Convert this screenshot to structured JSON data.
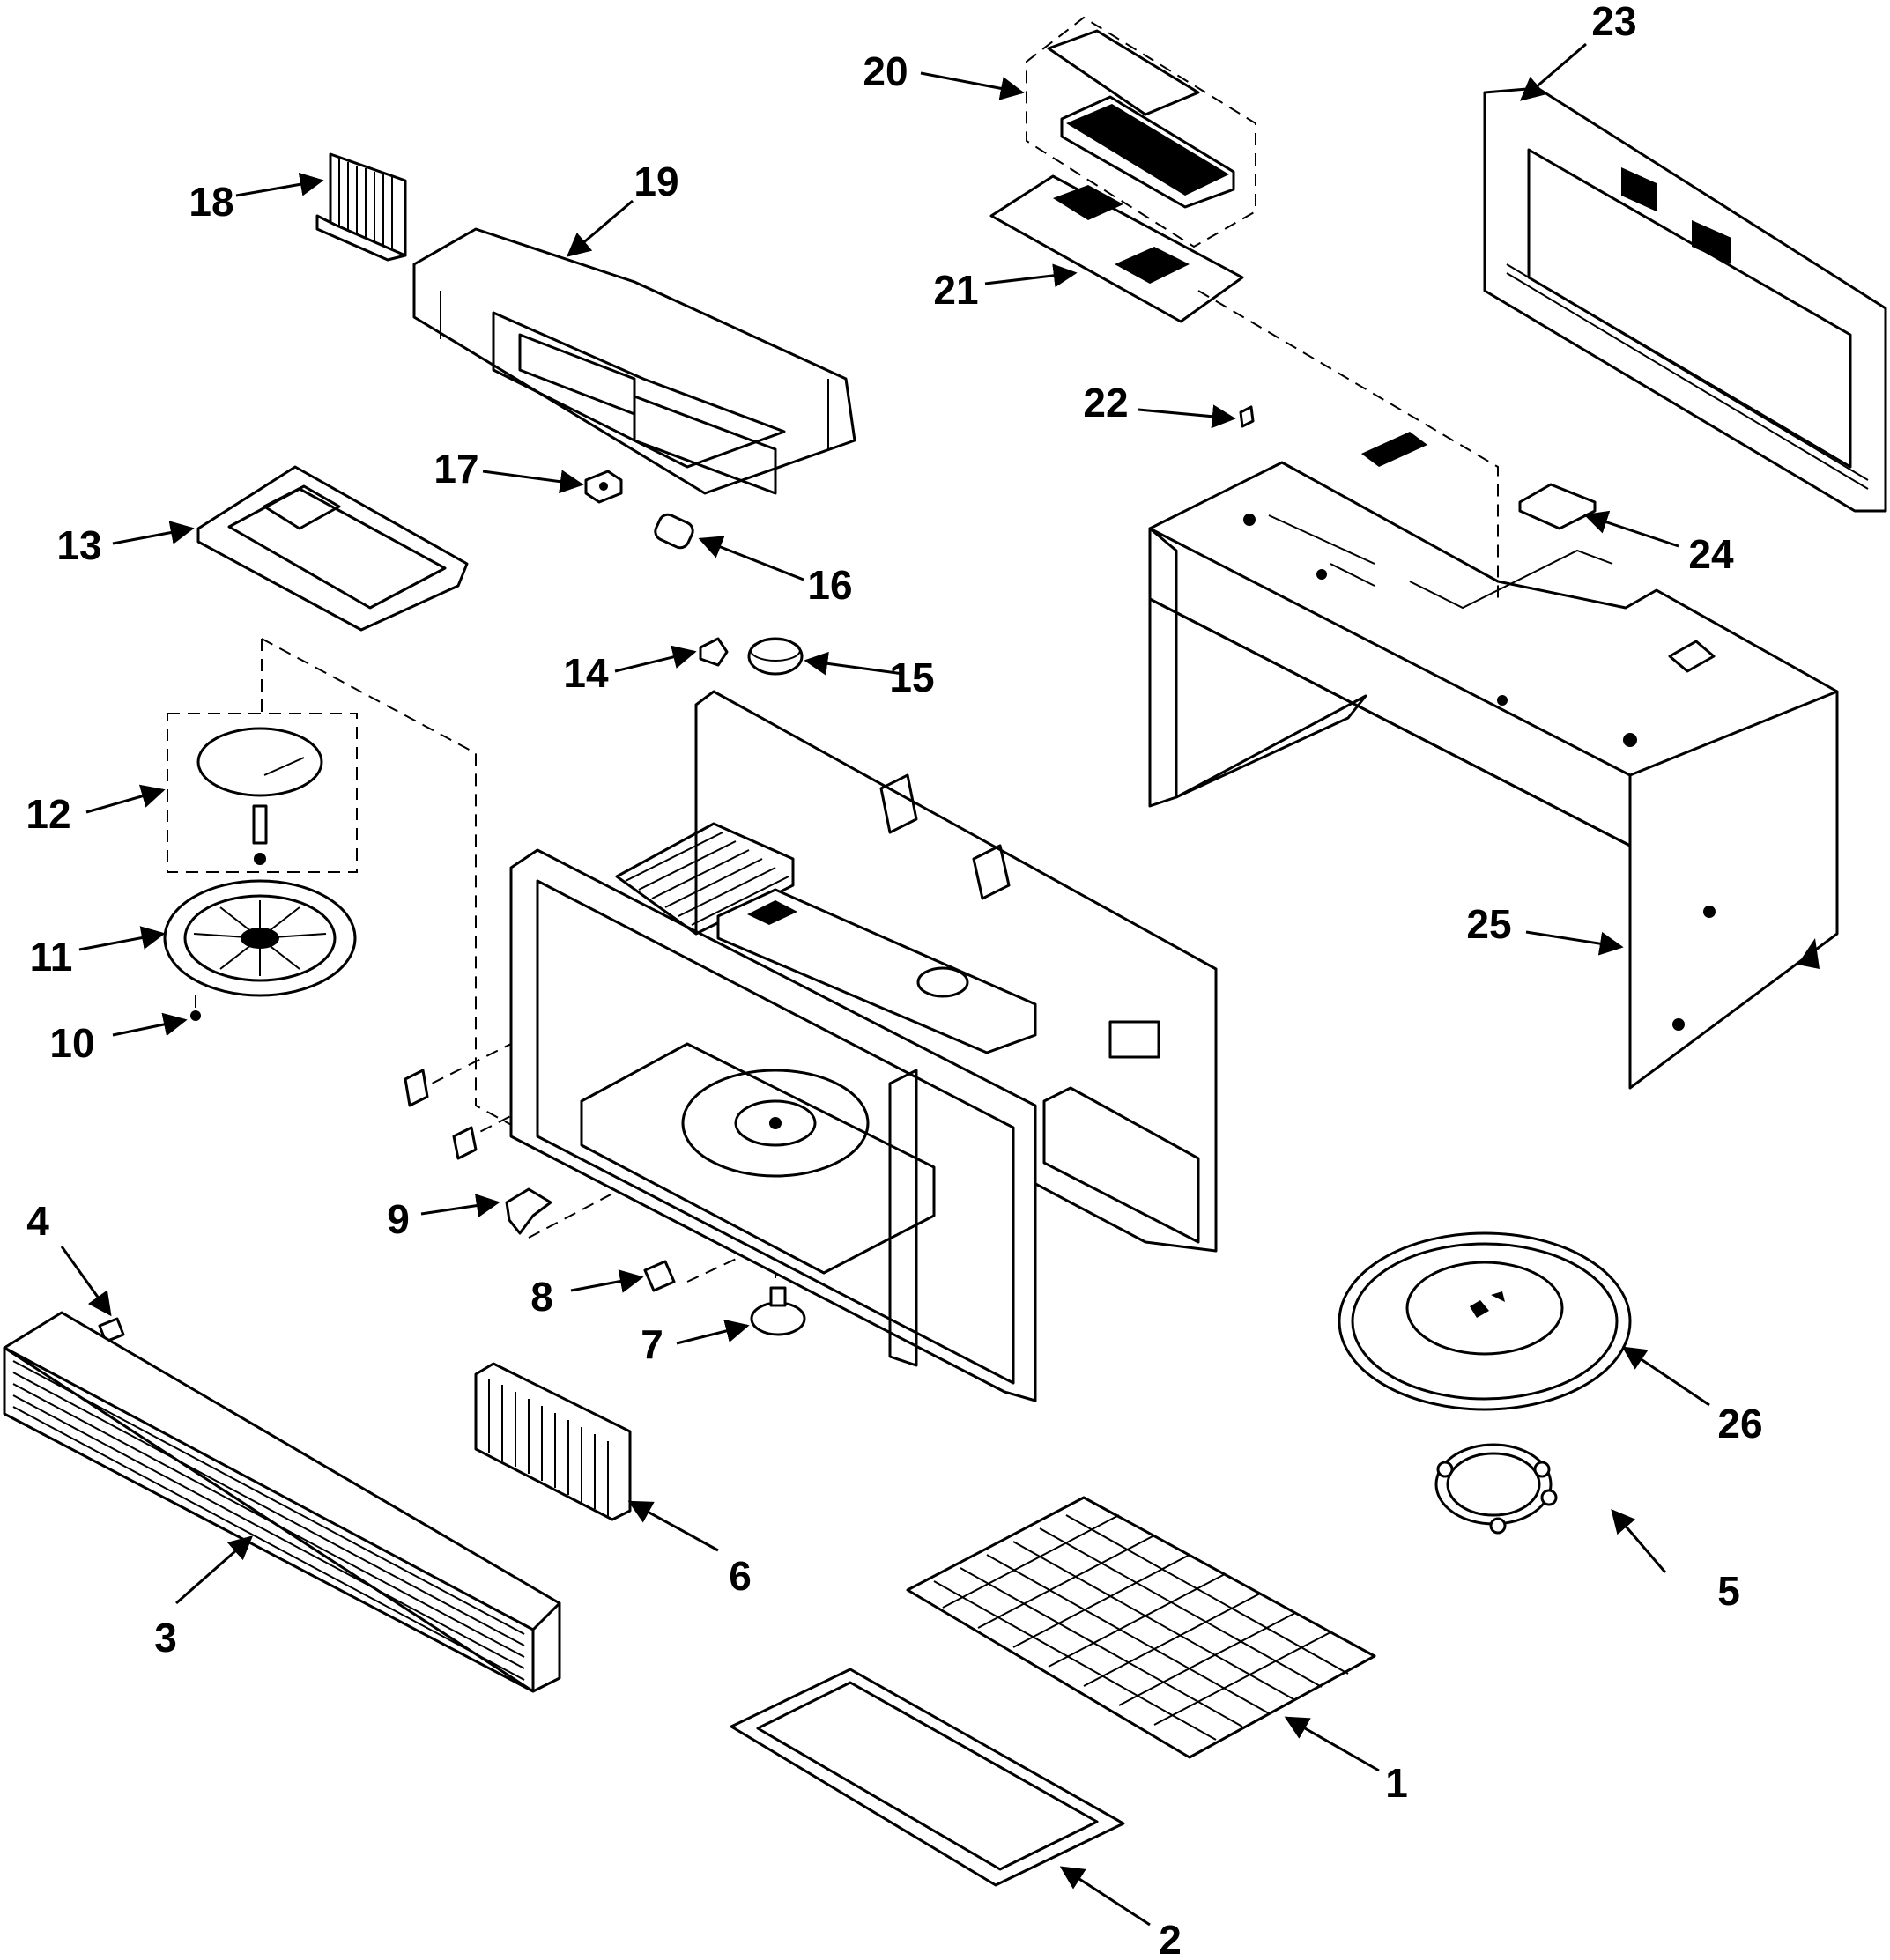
{
  "callouts": [
    {
      "id": "1",
      "label": "1"
    },
    {
      "id": "2",
      "label": "2"
    },
    {
      "id": "3",
      "label": "3"
    },
    {
      "id": "4",
      "label": "4"
    },
    {
      "id": "5",
      "label": "5"
    },
    {
      "id": "6",
      "label": "6"
    },
    {
      "id": "7",
      "label": "7"
    },
    {
      "id": "8",
      "label": "8"
    },
    {
      "id": "9",
      "label": "9"
    },
    {
      "id": "10",
      "label": "10"
    },
    {
      "id": "11",
      "label": "11"
    },
    {
      "id": "12",
      "label": "12"
    },
    {
      "id": "13",
      "label": "13"
    },
    {
      "id": "14",
      "label": "14"
    },
    {
      "id": "15",
      "label": "15"
    },
    {
      "id": "16",
      "label": "16"
    },
    {
      "id": "17",
      "label": "17"
    },
    {
      "id": "18",
      "label": "18"
    },
    {
      "id": "19",
      "label": "19"
    },
    {
      "id": "20",
      "label": "20"
    },
    {
      "id": "21",
      "label": "21"
    },
    {
      "id": "22",
      "label": "22"
    },
    {
      "id": "23",
      "label": "23"
    },
    {
      "id": "24",
      "label": "24"
    },
    {
      "id": "25",
      "label": "25"
    },
    {
      "id": "26",
      "label": "26"
    }
  ],
  "colors": {
    "line": "#000000",
    "background": "#ffffff"
  }
}
